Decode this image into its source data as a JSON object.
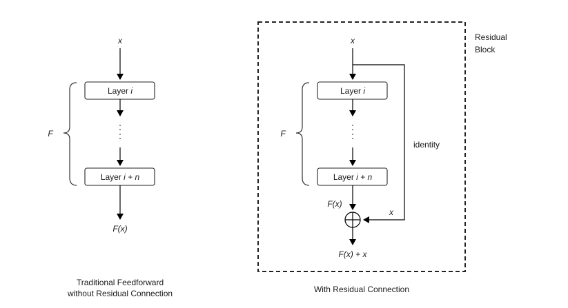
{
  "left": {
    "input": "x",
    "layer_first": {
      "prefix": "Layer ",
      "var": "i"
    },
    "layer_last": {
      "prefix": "Layer ",
      "var": "i + n"
    },
    "brace_label": "F",
    "output": "F(x)",
    "caption_line1": "Traditional Feedforward",
    "caption_line2": "without Residual Connection"
  },
  "right": {
    "block_label_line1": "Residual",
    "block_label_line2": "Block",
    "input": "x",
    "layer_first": {
      "prefix": "Layer ",
      "var": "i"
    },
    "layer_last": {
      "prefix": "Layer ",
      "var": "i + n"
    },
    "brace_label": "F",
    "identity_label": "identity",
    "skip_label": "x",
    "fx_label": "F(x)",
    "output": "F(x) + x",
    "caption": "With Residual Connection"
  }
}
